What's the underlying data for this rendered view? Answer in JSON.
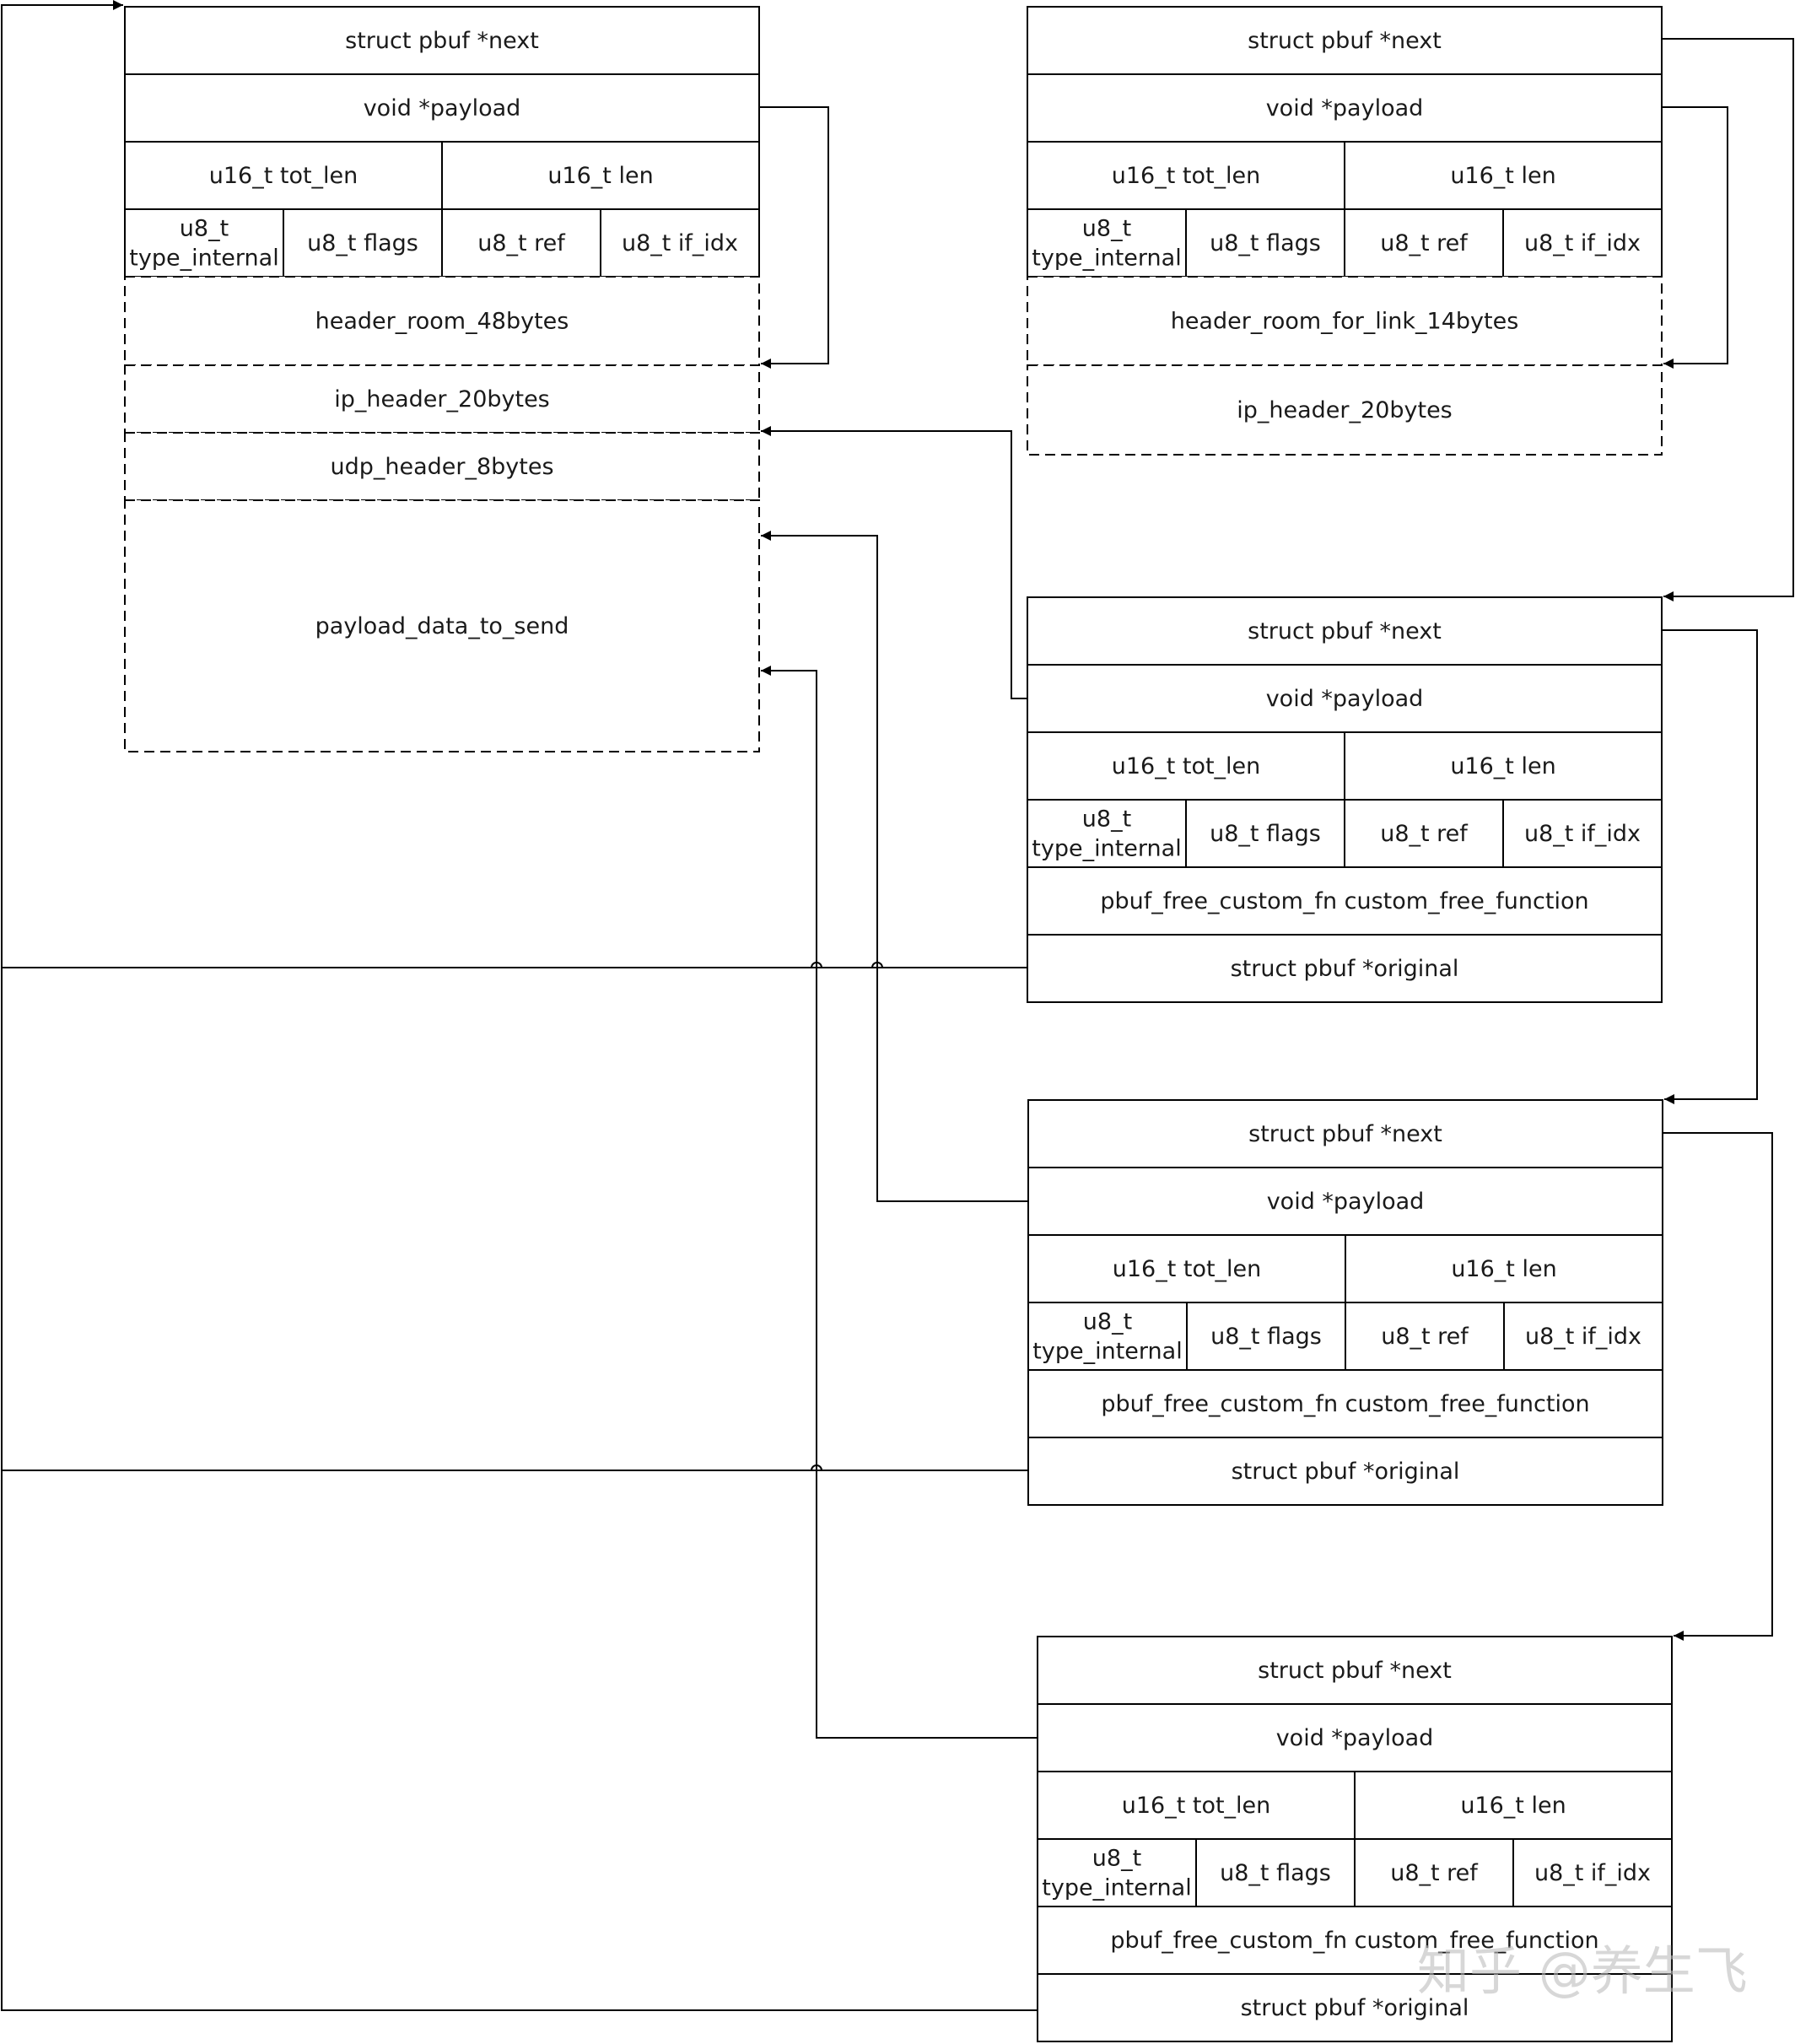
{
  "diagram": {
    "watermark": "知乎 @养生飞",
    "structs": [
      {
        "id": "pbuf-1",
        "fields": {
          "next": "struct pbuf *next",
          "payload": "void *payload",
          "tot_len": "u16_t tot_len",
          "len": "u16_t len",
          "type_internal": [
            "u8_t",
            "type_internal"
          ],
          "flags": "u8_t flags",
          "ref": "u8_t ref",
          "if_idx": "u8_t if_idx"
        },
        "buffer": [
          "header_room_48bytes",
          "ip_header_20bytes",
          "udp_header_8bytes",
          "payload_data_to_send"
        ]
      },
      {
        "id": "pbuf-2",
        "fields": {
          "next": "struct pbuf *next",
          "payload": "void *payload",
          "tot_len": "u16_t tot_len",
          "len": "u16_t len",
          "type_internal": [
            "u8_t",
            "type_internal"
          ],
          "flags": "u8_t flags",
          "ref": "u8_t ref",
          "if_idx": "u8_t if_idx"
        },
        "buffer": [
          "header_room_for_link_14bytes",
          "ip_header_20bytes"
        ]
      },
      {
        "id": "pbuf-3",
        "fields": {
          "next": "struct pbuf *next",
          "payload": "void *payload",
          "tot_len": "u16_t tot_len",
          "len": "u16_t len",
          "type_internal": [
            "u8_t",
            "type_internal"
          ],
          "flags": "u8_t flags",
          "ref": "u8_t ref",
          "if_idx": "u8_t if_idx",
          "custom_free": "pbuf_free_custom_fn custom_free_function",
          "original": "struct pbuf *original"
        }
      },
      {
        "id": "pbuf-4",
        "fields": {
          "next": "struct pbuf *next",
          "payload": "void *payload",
          "tot_len": "u16_t tot_len",
          "len": "u16_t len",
          "type_internal": [
            "u8_t",
            "type_internal"
          ],
          "flags": "u8_t flags",
          "ref": "u8_t ref",
          "if_idx": "u8_t if_idx",
          "custom_free": "pbuf_free_custom_fn custom_free_function",
          "original": "struct pbuf *original"
        }
      },
      {
        "id": "pbuf-5",
        "fields": {
          "next": "struct pbuf *next",
          "payload": "void *payload",
          "tot_len": "u16_t tot_len",
          "len": "u16_t len",
          "type_internal": [
            "u8_t",
            "type_internal"
          ],
          "flags": "u8_t flags",
          "ref": "u8_t ref",
          "if_idx": "u8_t if_idx",
          "custom_free": "pbuf_free_custom_fn custom_free_function",
          "original": "struct pbuf *original"
        }
      }
    ]
  }
}
